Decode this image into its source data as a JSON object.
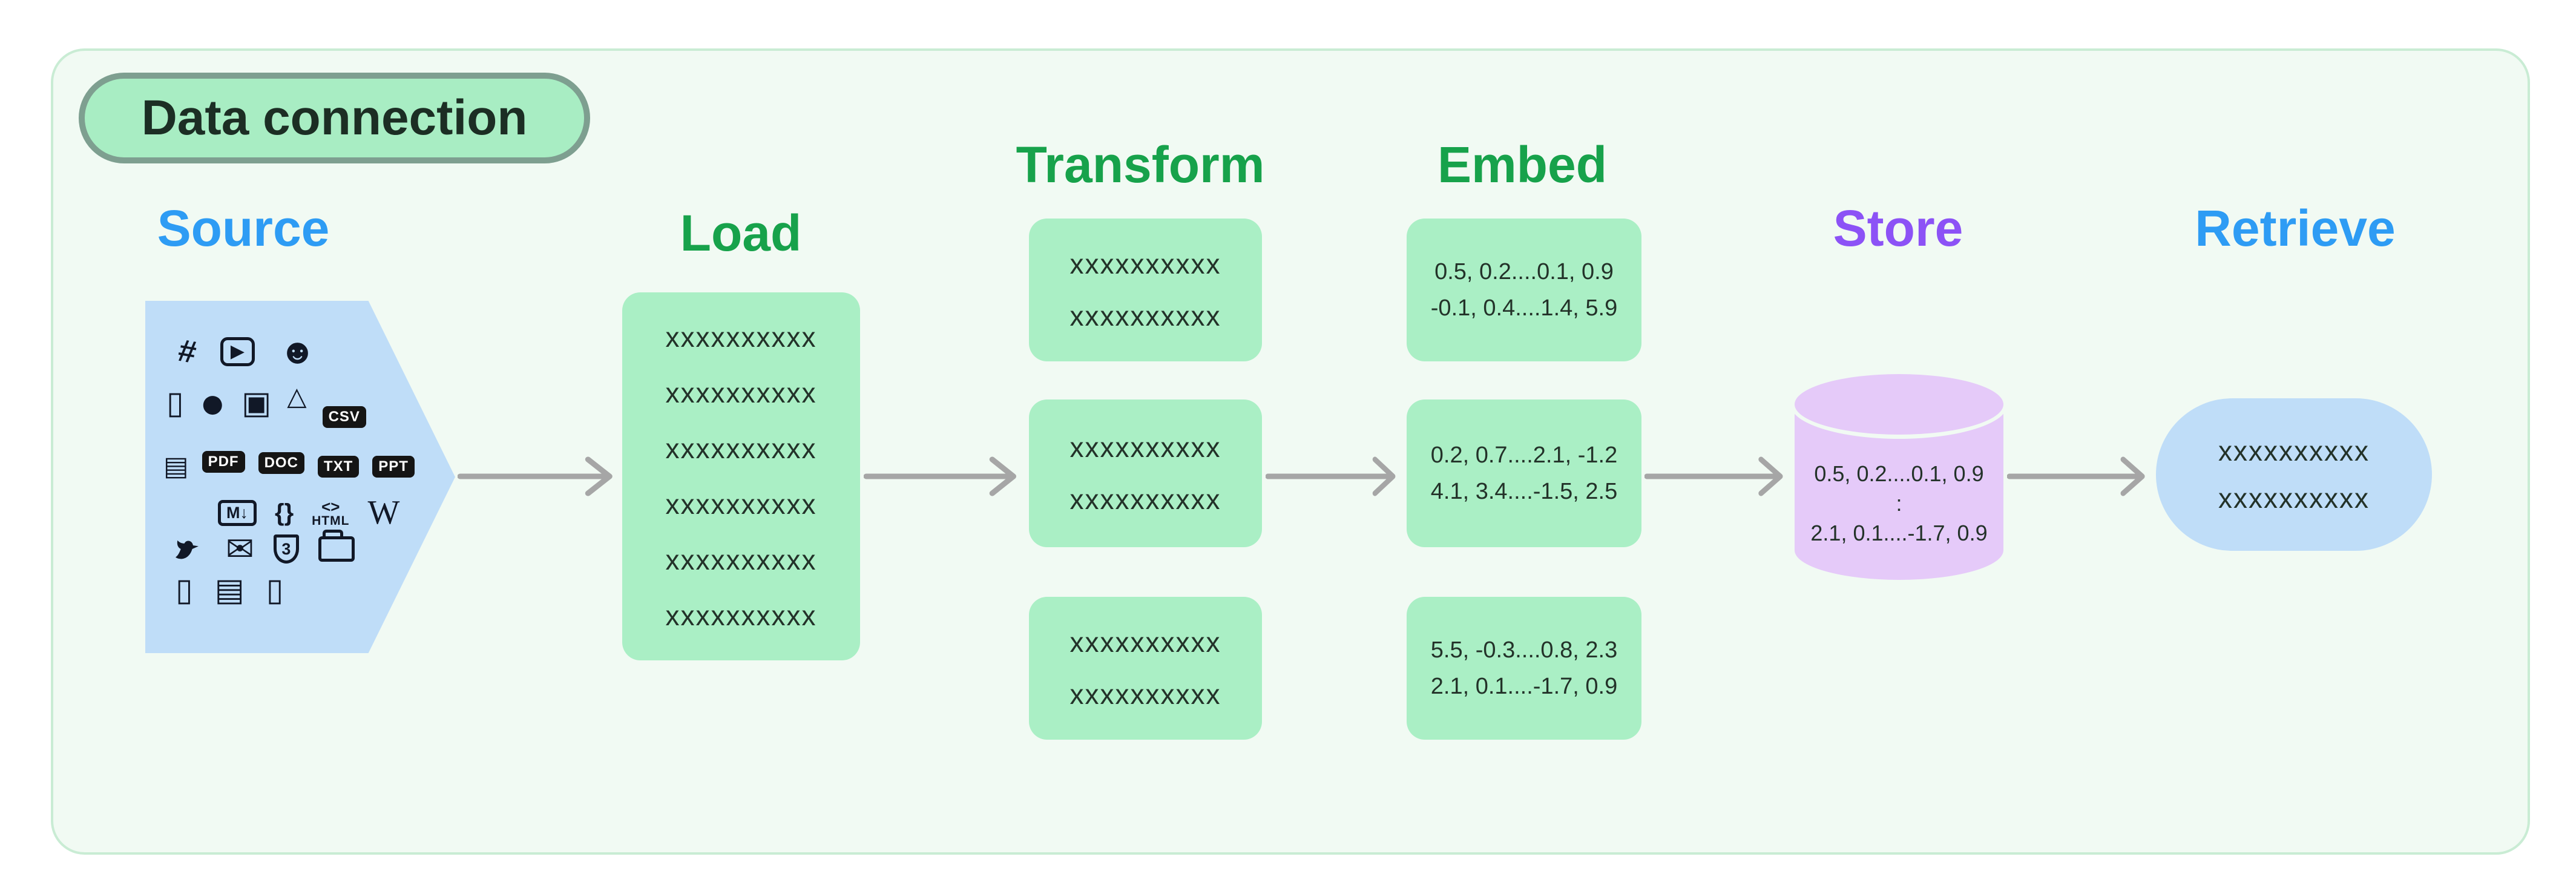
{
  "badge": {
    "label": "Data connection"
  },
  "headers": {
    "source": {
      "label": "Source",
      "color": "#2e9cf4"
    },
    "load": {
      "label": "Load",
      "color": "#17a24b"
    },
    "transform": {
      "label": "Transform",
      "color": "#17a24b"
    },
    "embed": {
      "label": "Embed",
      "color": "#17a24b"
    },
    "store": {
      "label": "Store",
      "color": "#8c52f6"
    },
    "retrieve": {
      "label": "Retrieve",
      "color": "#2e9cf4"
    }
  },
  "source": {
    "icons": [
      {
        "name": "slack-icon",
        "glyph": "#"
      },
      {
        "name": "youtube-icon",
        "glyph": "▶"
      },
      {
        "name": "discord-icon",
        "glyph": "☻"
      },
      {
        "name": "file-icon",
        "glyph": "▯"
      },
      {
        "name": "github-icon",
        "glyph": "●"
      },
      {
        "name": "image-icon",
        "glyph": "▣"
      },
      {
        "name": "google-drive-icon",
        "glyph": "△"
      },
      {
        "name": "csv-file-icon",
        "glyph": "CSV"
      },
      {
        "name": "file-lines-icon",
        "glyph": "▤"
      },
      {
        "name": "pdf-file-icon",
        "glyph": "PDF"
      },
      {
        "name": "doc-file-icon",
        "glyph": "DOC"
      },
      {
        "name": "txt-file-icon",
        "glyph": "TXT"
      },
      {
        "name": "ppt-file-icon",
        "glyph": "PPT"
      },
      {
        "name": "markdown-icon",
        "glyph": "M↓"
      },
      {
        "name": "code-file-icon",
        "glyph": "{}"
      },
      {
        "name": "html-icon-brackets",
        "glyph": "<>"
      },
      {
        "name": "html-icon-label",
        "glyph": "HTML"
      },
      {
        "name": "wikipedia-icon",
        "glyph": "W"
      },
      {
        "name": "twitter-icon",
        "glyph": ""
      },
      {
        "name": "mail-icon",
        "glyph": "✉"
      },
      {
        "name": "css3-icon",
        "glyph": "3"
      },
      {
        "name": "folder-icon",
        "glyph": ""
      },
      {
        "name": "file-icon",
        "glyph": "▯"
      },
      {
        "name": "file-lines-icon",
        "glyph": "▤"
      },
      {
        "name": "file-icon",
        "glyph": "▯"
      }
    ]
  },
  "load_box": {
    "lines": [
      "xxxxxxxxxx",
      "xxxxxxxxxx",
      "xxxxxxxxxx",
      "xxxxxxxxxx",
      "xxxxxxxxxx",
      "xxxxxxxxxx"
    ]
  },
  "transform_boxes": [
    {
      "lines": [
        "xxxxxxxxxx",
        "xxxxxxxxxx"
      ]
    },
    {
      "lines": [
        "xxxxxxxxxx",
        "xxxxxxxxxx"
      ]
    },
    {
      "lines": [
        "xxxxxxxxxx",
        "xxxxxxxxxx"
      ]
    }
  ],
  "embed_boxes": [
    {
      "lines": [
        "0.5, 0.2....0.1, 0.9",
        "-0.1, 0.4....1.4, 5.9"
      ]
    },
    {
      "lines": [
        "0.2, 0.7....2.1, -1.2",
        "4.1, 3.4....-1.5, 2.5"
      ]
    },
    {
      "lines": [
        "5.5, -0.3....0.8, 2.3",
        "2.1, 0.1....-1.7, 0.9"
      ]
    }
  ],
  "store_cylinder": {
    "lines": [
      "0.5, 0.2....0.1, 0.9",
      ":",
      "2.1, 0.1....-1.7, 0.9"
    ]
  },
  "retrieve_box": {
    "lines": [
      "xxxxxxxxxx",
      "xxxxxxxxxx"
    ]
  },
  "colors": {
    "page_background": "#ffffff",
    "panel_background": "#f1faf3",
    "panel_border": "#c9ecd4",
    "badge_fill": "#a8edc3",
    "badge_border": "#7e9f90",
    "green_box_fill": "#aaefc5",
    "blue_shape_fill": "#bfddf8",
    "cylinder_fill": "#e5caf9",
    "arrow_gray": "#a6a6a6",
    "box_text": "#233229",
    "icon_black": "#111827"
  }
}
